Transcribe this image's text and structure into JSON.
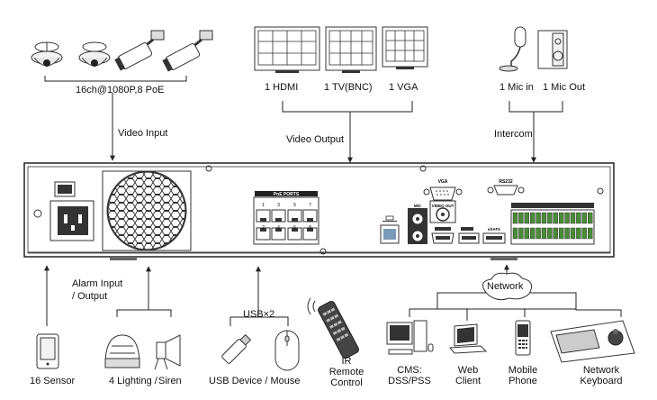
{
  "cameras": {
    "caption": "16ch@1080P,8 PoE"
  },
  "labels": {
    "video_input": "Video Input",
    "video_output": "Video Output",
    "intercom": "Intercom",
    "hdmi": "1 HDMI",
    "tv_bnc": "1 TV(BNC)",
    "vga": "1 VGA",
    "mic_in": "1 Mic in",
    "mic_out": "1 Mic Out",
    "alarm_io": [
      "Alarm Input",
      "/ Output"
    ],
    "usb_x2": "USB×2",
    "network": "Network"
  },
  "panel": {
    "poe_title": "PoE PORTS",
    "poe_top_numbers": [
      "1",
      "3",
      "5",
      "7"
    ],
    "poe_bottom_numbers": [
      "2",
      "4",
      "6",
      "8"
    ],
    "vga_label": "VGA",
    "rs232_label": "RS232",
    "video_out_label": "VIDEO OUT",
    "mic_label": "MIC",
    "esata_label": "eSATA"
  },
  "devices": {
    "sensor": "16 Sensor",
    "lighting": "4 Lighting /",
    "siren": "Siren",
    "usb": "USB Device / Mouse",
    "ir": [
      "IR",
      "Remote",
      "Control"
    ],
    "cms": [
      "CMS:",
      "DSS/PSS"
    ],
    "web": [
      "Web",
      "Client"
    ],
    "mobile": [
      "Mobile",
      "Phone"
    ],
    "keyboard": [
      "Network",
      "Keyboard"
    ]
  }
}
